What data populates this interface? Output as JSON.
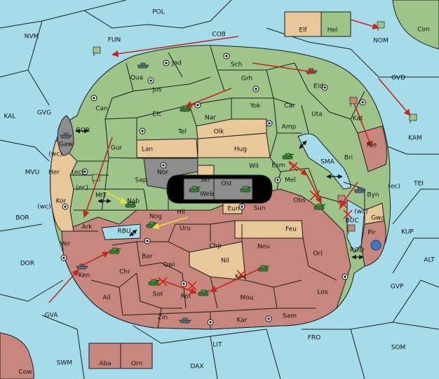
{
  "colors": {
    "sea": "#a6dcea",
    "green": "#9ec48a",
    "tan": "#e8c898",
    "red": "#c8877e",
    "gray": "#8d8d8d",
    "black": "#000000",
    "order": "#c0281c",
    "support": "#e8e040",
    "army": "#3a7a32",
    "fleet": "#546e7a",
    "blue": "#3a78c8"
  },
  "labels": {
    "POL": "POL",
    "NVM": "NVM",
    "FUN": "FUN",
    "COB": "COB",
    "NOM": "NOM",
    "Con": "Con",
    "Elf": "Elf",
    "Hel": "Hel",
    "Jad": "Jad",
    "Qua": "Qua",
    "Sch": "Sch",
    "Jos": "Jos",
    "Grh": "Grh",
    "Eld": "Eld",
    "OVD": "OVD",
    "KAL": "KAL",
    "GVG": "GVG",
    "Can": "Can",
    "Elc": "Elc",
    "Nar": "Nar",
    "Yok": "Yok",
    "Car": "Car",
    "Uta": "Uta",
    "Kat": "Kat",
    "KAM": "KAM",
    "GOR": "GOR",
    "Gaw": "Gaw",
    "Gur": "Gur",
    "Tel": "Tel",
    "Olk": "Olk",
    "Amp": "Amp",
    "Rie": "Rie",
    "Lan": "Lan",
    "Hug": "Hug",
    "Bri": "Bri",
    "MVU": "MVU",
    "wc1": "(wc)",
    "Her": "Her",
    "ec1": "(ec)",
    "Nor": "Nor",
    "Skr": "Skr",
    "Wil": "Wil",
    "Esm": "Esm",
    "SMA": "SMA",
    "Sap": "Sap",
    "Ost": "Ost",
    "Mel": "Mel",
    "ec2": "(ec)",
    "Byn": "Byn",
    "ec3": "(ec)",
    "TEI": "TEI",
    "MIT": "MIT",
    "Web": "Web",
    "Kor": "Kor",
    "wc2": "(wc)",
    "Nab": "Nab",
    "Eun": "Eun",
    "Sun": "Sun",
    "Obs": "Obs",
    "Gwa": "Gwa",
    "BOR": "BOR",
    "Ark": "Ark",
    "Nog": "Nog",
    "Hil": "Hil",
    "wc3": "(wc)",
    "RBU": "RBU",
    "Uru": "Uru",
    "Feu": "Feu",
    "BUC": "BUC",
    "Pir": "Pir",
    "KUP": "KUP",
    "Ver": "Ver",
    "Chp": "Chp",
    "Neu": "Neu",
    "ROD": "ROD",
    "Orl": "Orl",
    "Bar": "Bar",
    "Qwi": "Qwi",
    "Nil": "Nil",
    "ALT": "ALT",
    "DOR": "DOR",
    "Ken": "Ken",
    "Chr": "Chr",
    "Kas": "Kas",
    "Sot": "Sot",
    "Rot": "Rot",
    "Los": "Los",
    "GVP": "GVP",
    "Ail": "Ail",
    "Mou": "Mou",
    "GVA": "GVA",
    "Sam": "Sam",
    "Zin": "Zin",
    "Kar": "Kar",
    "FRO": "FRO",
    "LIT": "LIT",
    "SOM": "SOM",
    "SWM": "SWM",
    "Aba": "Aba",
    "Orn": "Orn",
    "DAX": "DAX",
    "Cow": "Cow"
  }
}
